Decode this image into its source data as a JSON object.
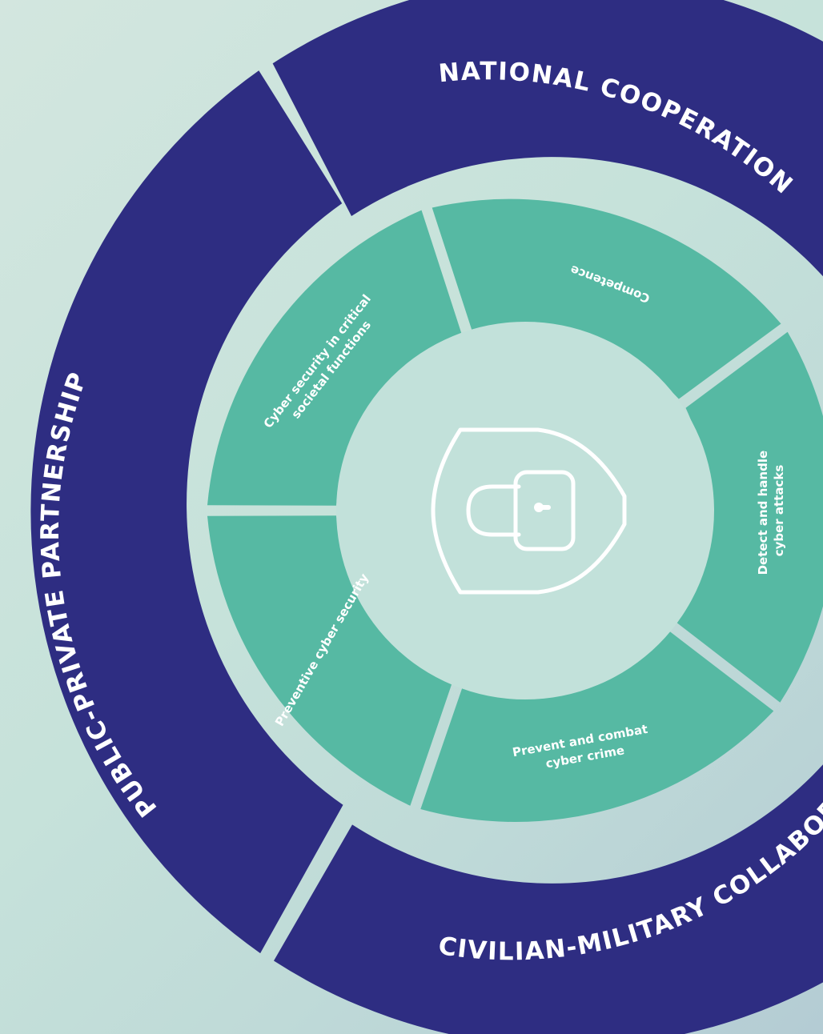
{
  "colors": {
    "outer_ring": "#2e2d82",
    "inner_ring": "#56b9a3",
    "center": "#c2e1da",
    "gap": "#b6dcd3",
    "icon_stroke": "#ffffff",
    "text": "#ffffff"
  },
  "outer_ring": [
    {
      "label": "NATIONAL COOPERATION"
    },
    {
      "label": "PUBLIC-PRIVATE PARTNERSHIP"
    },
    {
      "label": "CIVILIAN-MILITARY COLLABORATION"
    }
  ],
  "inner_ring": [
    {
      "lines": [
        "Competence"
      ]
    },
    {
      "lines": [
        "Cyber security in critical",
        "societal functions"
      ]
    },
    {
      "lines": [
        "Preventive cyber security"
      ]
    },
    {
      "lines": [
        "Prevent and combat",
        "cyber crime"
      ]
    },
    {
      "lines": [
        "Detect and handle",
        "cyber attacks"
      ]
    }
  ],
  "center": {
    "icon": "shield-lock-icon"
  }
}
